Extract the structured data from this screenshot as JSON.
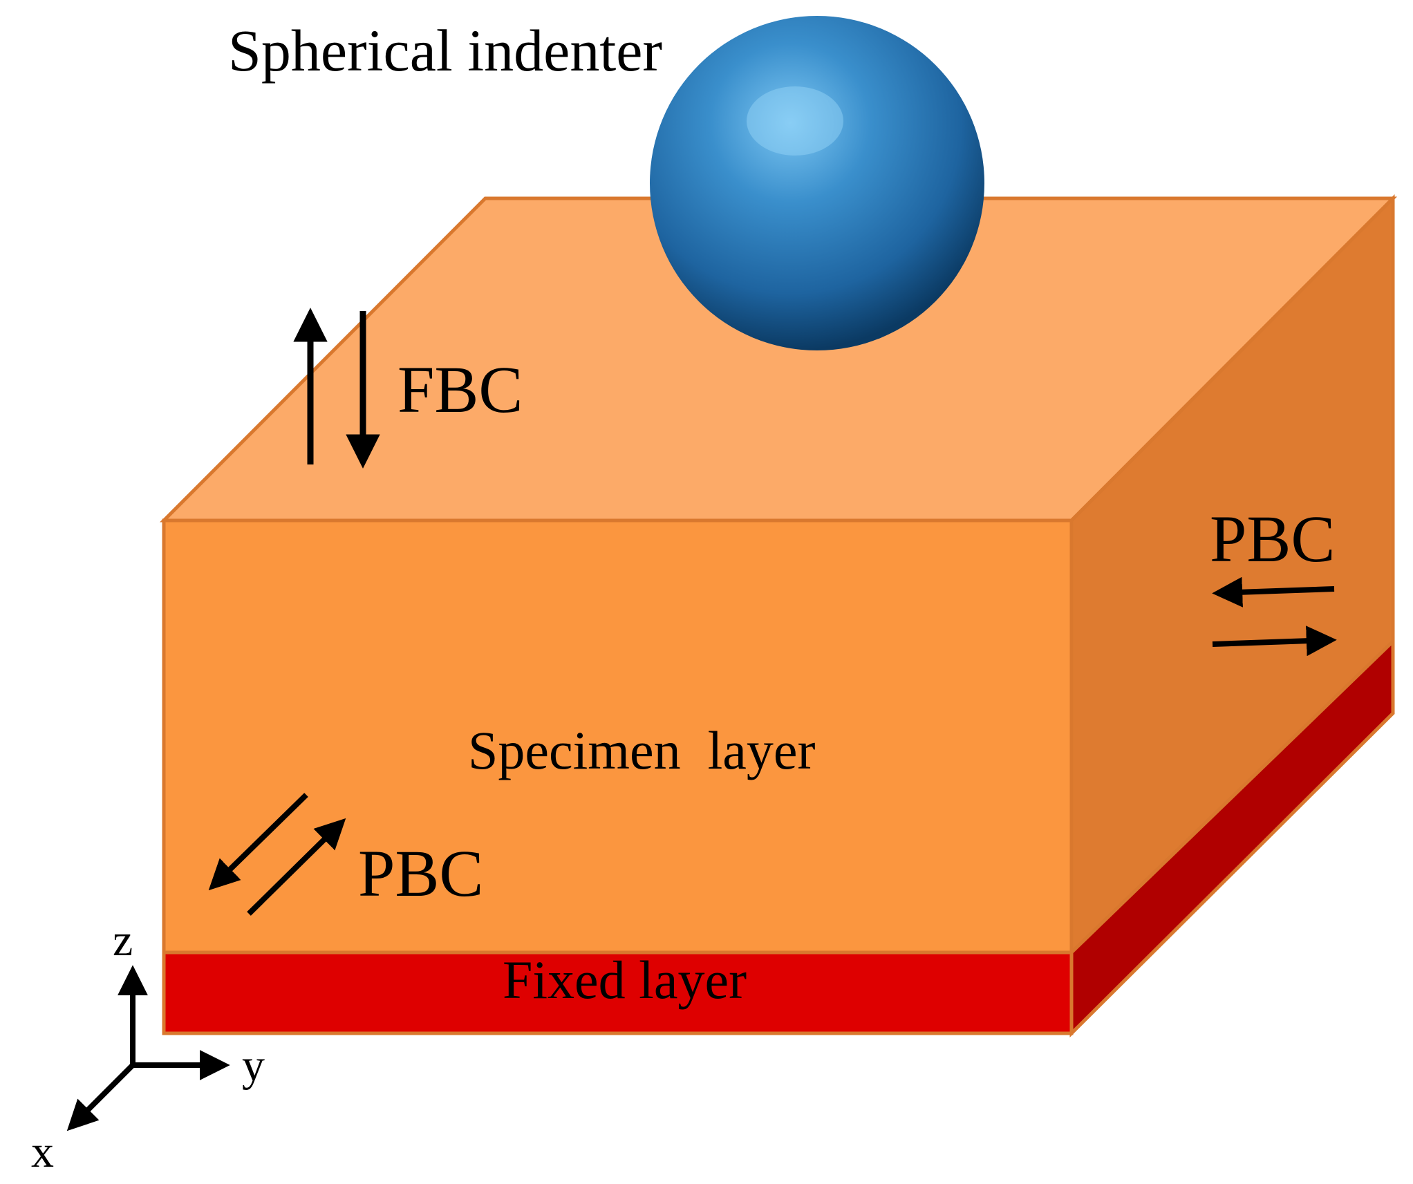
{
  "labels": {
    "indenter": "Spherical indenter",
    "fbc": "FBC",
    "pbc_right": "PBC",
    "pbc_front": "PBC",
    "specimen": "Specimen  layer",
    "fixed": "Fixed layer"
  },
  "axes": {
    "z": "z",
    "y": "y",
    "x": "x"
  },
  "colors": {
    "top_face": "#FCAA68",
    "front_face": "#FB963F",
    "side_face": "#DE7B30",
    "edge": "#D9782E",
    "fixed_front": "#DE0000",
    "fixed_side": "#B00000",
    "sphere_highlight": "#7CC6F2",
    "sphere_mid": "#2A7AB8",
    "sphere_dark": "#0B3A63",
    "arrow": "#000000"
  }
}
